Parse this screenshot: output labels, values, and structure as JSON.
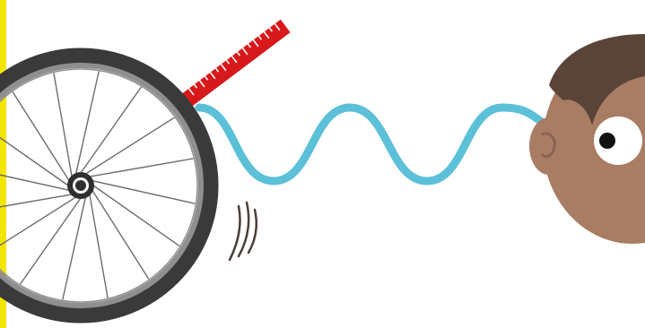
{
  "scene": {
    "colors": {
      "background": "#ffffff",
      "edge_bar": "#f2e600",
      "tyre": "#3a3a3a",
      "rim": "#8f8f8f",
      "spokes": "#6c6c6c",
      "hub": "#2f2f2f",
      "ruler": "#d7191c",
      "ruler_ticks": "#ffffff",
      "wave": "#5bc0d8",
      "motion_lines": "#4a3f38",
      "skin": "#a87d64",
      "skin_shadow": "#8a6350",
      "hair": "#5a4438",
      "eye_white": "#ffffff",
      "pupil": "#111111"
    },
    "elements": {
      "wheel": "bicycle-wheel",
      "ruler": "ruler",
      "wave": "sound-wave",
      "motion": "vibration-lines",
      "listener": "face-with-ear"
    }
  }
}
